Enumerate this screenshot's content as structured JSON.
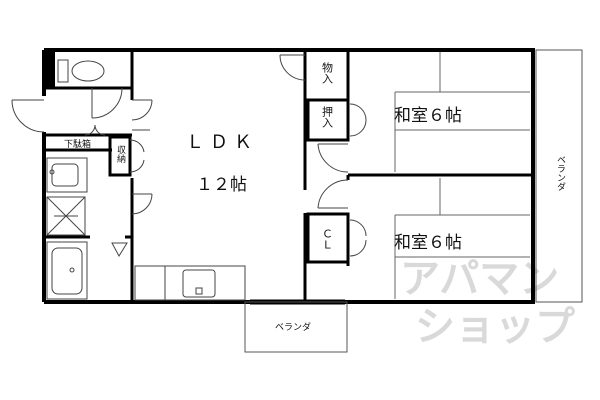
{
  "rooms": {
    "ldk": {
      "name": "ＬＤＫ",
      "size": "１２帖"
    },
    "washitsu_top": "和室６帖",
    "washitsu_bottom": "和室６帖",
    "storage_mono": "物入",
    "storage_oshi": "押入",
    "closet": "ＣＬ",
    "shoe_box": "下駄箱",
    "shuno": "収納",
    "balcony_right": "ベランダ",
    "balcony_bottom": "ベランダ"
  },
  "watermark": {
    "line1": "アパマン",
    "line2": "ショップ"
  },
  "colors": {
    "wall": "#000000",
    "line": "#444444",
    "watermark": "#d9d9d9"
  }
}
